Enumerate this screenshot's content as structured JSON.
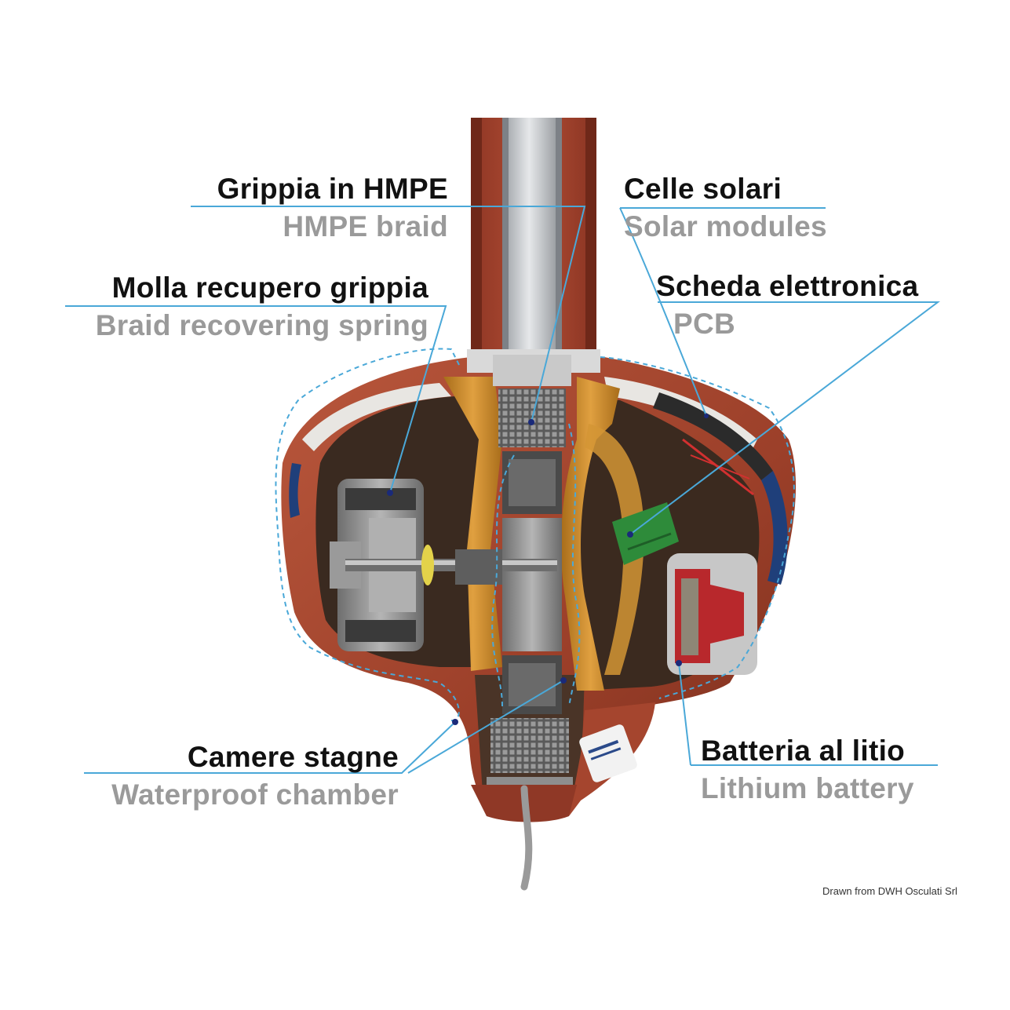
{
  "labels": {
    "grippia": {
      "it": "Grippia in HMPE",
      "en": "HMPE braid"
    },
    "molla": {
      "it": "Molla recupero grippia",
      "en": "Braid recovering spring"
    },
    "celle": {
      "it": "Celle solari",
      "en": "Solar modules"
    },
    "scheda": {
      "it": "Scheda elettronica",
      "en": "PCB"
    },
    "camere": {
      "it": "Camere stagne",
      "en": "Waterproof chamber"
    },
    "batteria": {
      "it": "Batteria al litio",
      "en": "Lithium battery"
    }
  },
  "credit": "Drawn from DWH Osculati Srl",
  "colors": {
    "leader_line": "#4aa8d8",
    "housing_red": "#a5452e",
    "housing_dark": "#7a2e1d",
    "spring_orange": "#c98a2a",
    "solar_blue": "#1f3f7a",
    "pcb_green": "#2e8b3a",
    "motor_grey": "#8c8c8c"
  },
  "icons": [
    "mast-tube-icon",
    "motor-icon",
    "pcb-board-icon",
    "battery-icon",
    "solar-panel-icon"
  ]
}
